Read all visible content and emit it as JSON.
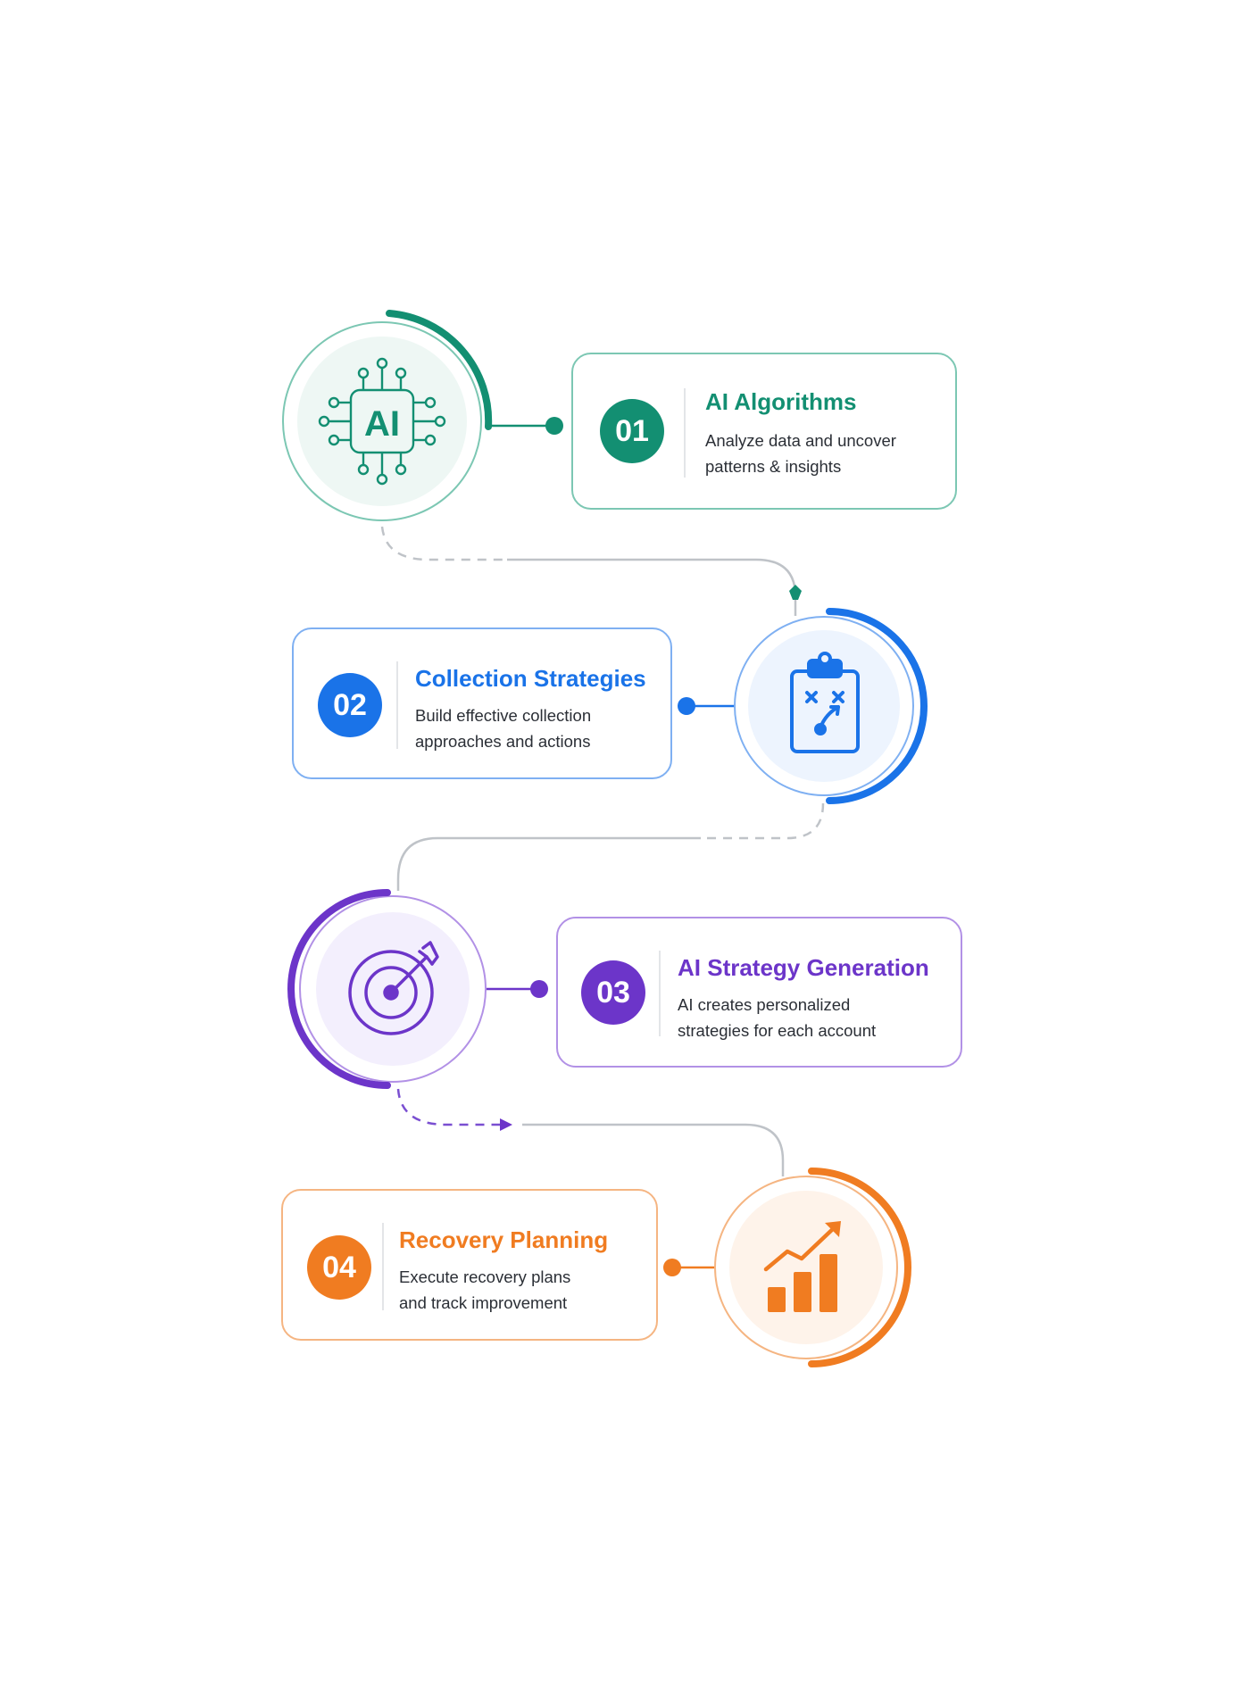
{
  "colors": {
    "step1": "#138f72",
    "step2": "#1a73e8",
    "step3": "#6c35c9",
    "step4": "#f07c21",
    "connector_gray": "#bfc3c8"
  },
  "steps": [
    {
      "number": "01",
      "title": "AI Algorithms",
      "description_lines": [
        "Analyze data and uncover",
        "patterns & insights"
      ],
      "icon_name": "ai-chip-icon",
      "icon_text": "AI"
    },
    {
      "number": "02",
      "title": "Collection Strategies",
      "description_lines": [
        "Build effective collection",
        "approaches and actions"
      ],
      "icon_name": "clipboard-strategy-icon"
    },
    {
      "number": "03",
      "title": "AI Strategy Generation",
      "description_lines": [
        "AI creates personalized",
        "strategies for each account"
      ],
      "icon_name": "target-arrow-icon"
    },
    {
      "number": "04",
      "title": "Recovery Planning",
      "description_lines": [
        "Execute recovery plans",
        "and track improvement"
      ],
      "icon_name": "growth-chart-icon"
    }
  ]
}
